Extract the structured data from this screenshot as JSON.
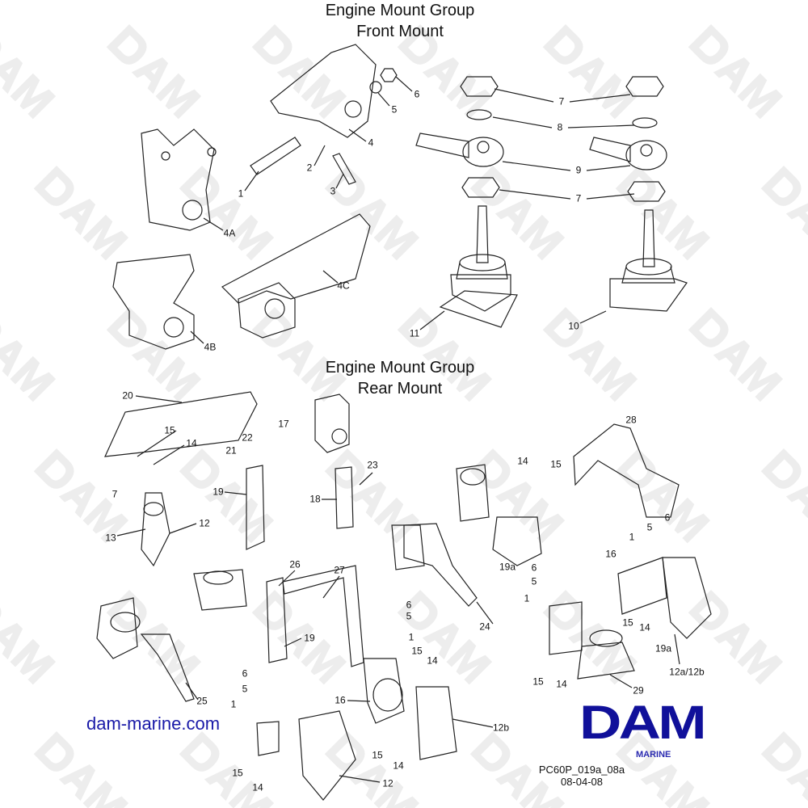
{
  "titles": {
    "front_group": "Engine Mount Group",
    "front_sub": "Front Mount",
    "rear_group": "Engine Mount Group",
    "rear_sub": "Rear Mount"
  },
  "watermark": "DAM",
  "labels": [
    "1",
    "2",
    "3",
    "4",
    "5",
    "6",
    "4A",
    "4B",
    "4C",
    "7",
    "8",
    "9",
    "7",
    "11",
    "10",
    "20",
    "15",
    "14",
    "21",
    "22",
    "17",
    "23",
    "18",
    "19",
    "7",
    "12",
    "13",
    "28",
    "14",
    "15",
    "26",
    "27",
    "6",
    "5",
    "1",
    "16",
    "19a",
    "6",
    "5",
    "1",
    "15",
    "14",
    "19a",
    "12a/12b",
    "24",
    "6",
    "5",
    "1",
    "19",
    "15",
    "14",
    "15",
    "14",
    "29",
    "6",
    "5",
    "1",
    "16",
    "25",
    "12b",
    "15",
    "14",
    "15",
    "14",
    "12"
  ],
  "website": "dam-marine.com",
  "logo": {
    "name": "DAM",
    "sub": "MARINE"
  },
  "reference": {
    "code": "PC60P_019a_08a",
    "date": "08-04-08"
  }
}
